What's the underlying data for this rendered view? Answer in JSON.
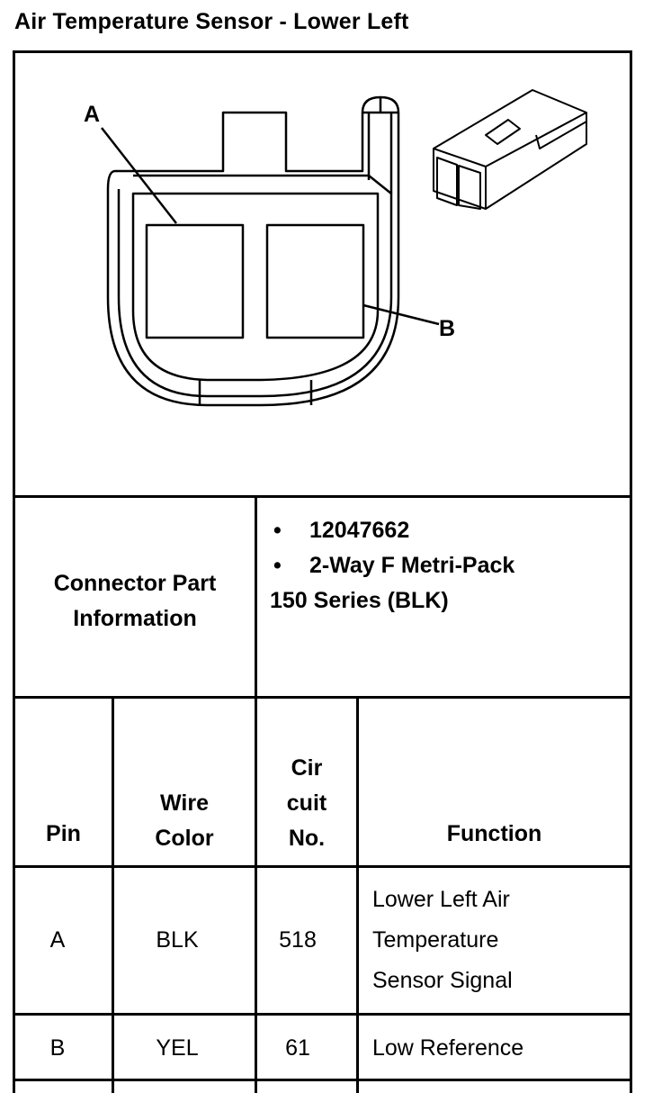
{
  "title": "Air Temperature Sensor - Lower Left",
  "diagram": {
    "label_a": "A",
    "label_b": "B"
  },
  "connector_info": {
    "label_line1": "Connector Part",
    "label_line2": "Information",
    "bullet_glyph": "•",
    "part_number": "12047662",
    "type_line1": "2-Way F Metri-Pack",
    "type_line2": "150 Series (BLK)"
  },
  "table": {
    "headers": {
      "pin": "Pin",
      "wire_line1": "Wire",
      "wire_line2": "Color",
      "circuit_line1": "Cir",
      "circuit_line2": "cuit",
      "circuit_line3": "No.",
      "function": "Function"
    },
    "rows": [
      {
        "pin": "A",
        "color": "BLK",
        "circuit": "518",
        "function_line1": "Lower Left Air",
        "function_line2": "Temperature",
        "function_line3": "Sensor Signal"
      },
      {
        "pin": "B",
        "color": "YEL",
        "circuit": "61",
        "function_line1": "Low Reference"
      }
    ]
  }
}
